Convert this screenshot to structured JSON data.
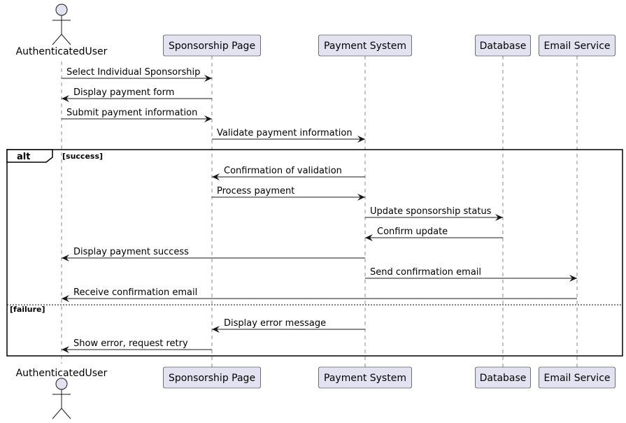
{
  "participants": [
    {
      "id": "user",
      "label": "AuthenticatedUser",
      "kind": "actor"
    },
    {
      "id": "page",
      "label": "Sponsorship Page",
      "kind": "participant"
    },
    {
      "id": "pay",
      "label": "Payment System",
      "kind": "participant"
    },
    {
      "id": "db",
      "label": "Database",
      "kind": "participant"
    },
    {
      "id": "email",
      "label": "Email Service",
      "kind": "participant"
    }
  ],
  "messages": [
    {
      "from": "user",
      "to": "page",
      "label": "Select Individual Sponsorship"
    },
    {
      "from": "page",
      "to": "user",
      "label": "Display payment form"
    },
    {
      "from": "user",
      "to": "page",
      "label": "Submit payment information"
    },
    {
      "from": "page",
      "to": "pay",
      "label": "Validate payment information"
    },
    {
      "from": "pay",
      "to": "page",
      "label": "Confirmation of validation"
    },
    {
      "from": "page",
      "to": "pay",
      "label": "Process payment"
    },
    {
      "from": "pay",
      "to": "db",
      "label": "Update sponsorship status"
    },
    {
      "from": "db",
      "to": "pay",
      "label": "Confirm update"
    },
    {
      "from": "pay",
      "to": "user",
      "label": "Display payment success"
    },
    {
      "from": "pay",
      "to": "email",
      "label": "Send confirmation email"
    },
    {
      "from": "email",
      "to": "user",
      "label": "Receive confirmation email"
    },
    {
      "from": "pay",
      "to": "page",
      "label": "Display error message"
    },
    {
      "from": "page",
      "to": "user",
      "label": "Show error, request retry"
    }
  ],
  "fragment": {
    "type": "alt",
    "guards": [
      "[success]",
      "[failure]"
    ]
  },
  "colors": {
    "participant_fill": "#E2E2F0",
    "participant_border": "#181818",
    "lifeline": "#888888",
    "message_line": "#181818"
  }
}
